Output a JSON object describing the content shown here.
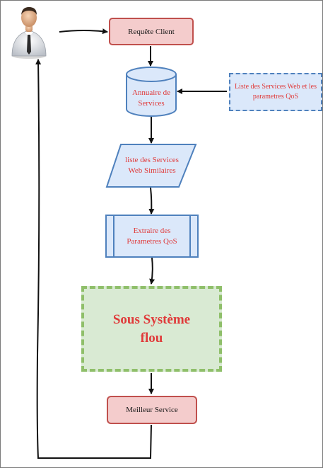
{
  "nodes": {
    "client_request": "Requête Client",
    "service_directory": "Annuaire de Services",
    "external_list": "Liste des Services Web et les parametres QoS",
    "similar_services": "liste des  Services Web Similaires",
    "extract_qos": "Extraire des Parametres QoS",
    "fuzzy_subsystem": "Sous Système\nflou",
    "best_service": "Meilleur Service"
  },
  "icons": {
    "user": "user-businessman-icon"
  },
  "colors": {
    "request_fill": "#f4cccc",
    "request_border": "#c0504d",
    "blue_fill": "#dbe8fa",
    "blue_border": "#4f81bd",
    "green_fill": "#d9ead3",
    "green_border": "#8fbf6a",
    "label_red": "#e03a3a"
  }
}
